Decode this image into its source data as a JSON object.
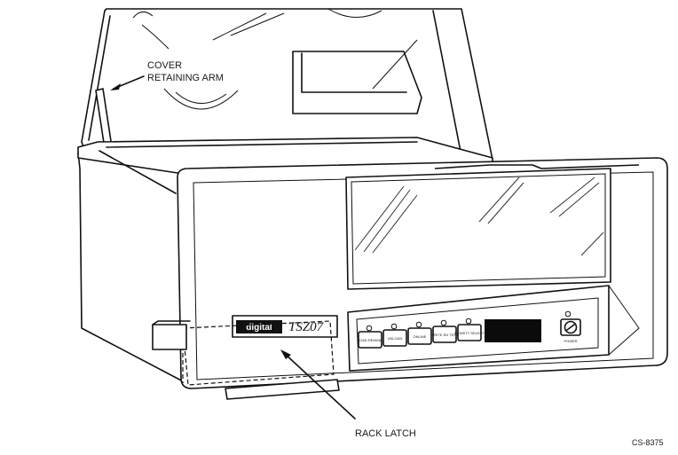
{
  "callouts": {
    "cover_arm_line1": "COVER",
    "cover_arm_line2": "RETAINING ARM",
    "rack_latch": "RACK LATCH"
  },
  "unit": {
    "brand": "digital",
    "model": "TSZ07"
  },
  "buttons": [
    {
      "label": "LOAD REWIND"
    },
    {
      "label": "UNLOAD"
    },
    {
      "label": "ONLINE"
    },
    {
      "label": "WRITE EN TEST"
    },
    {
      "label": "DENSITY SELECT"
    }
  ],
  "power_label": "POWER",
  "figure_id": "CS-8375"
}
